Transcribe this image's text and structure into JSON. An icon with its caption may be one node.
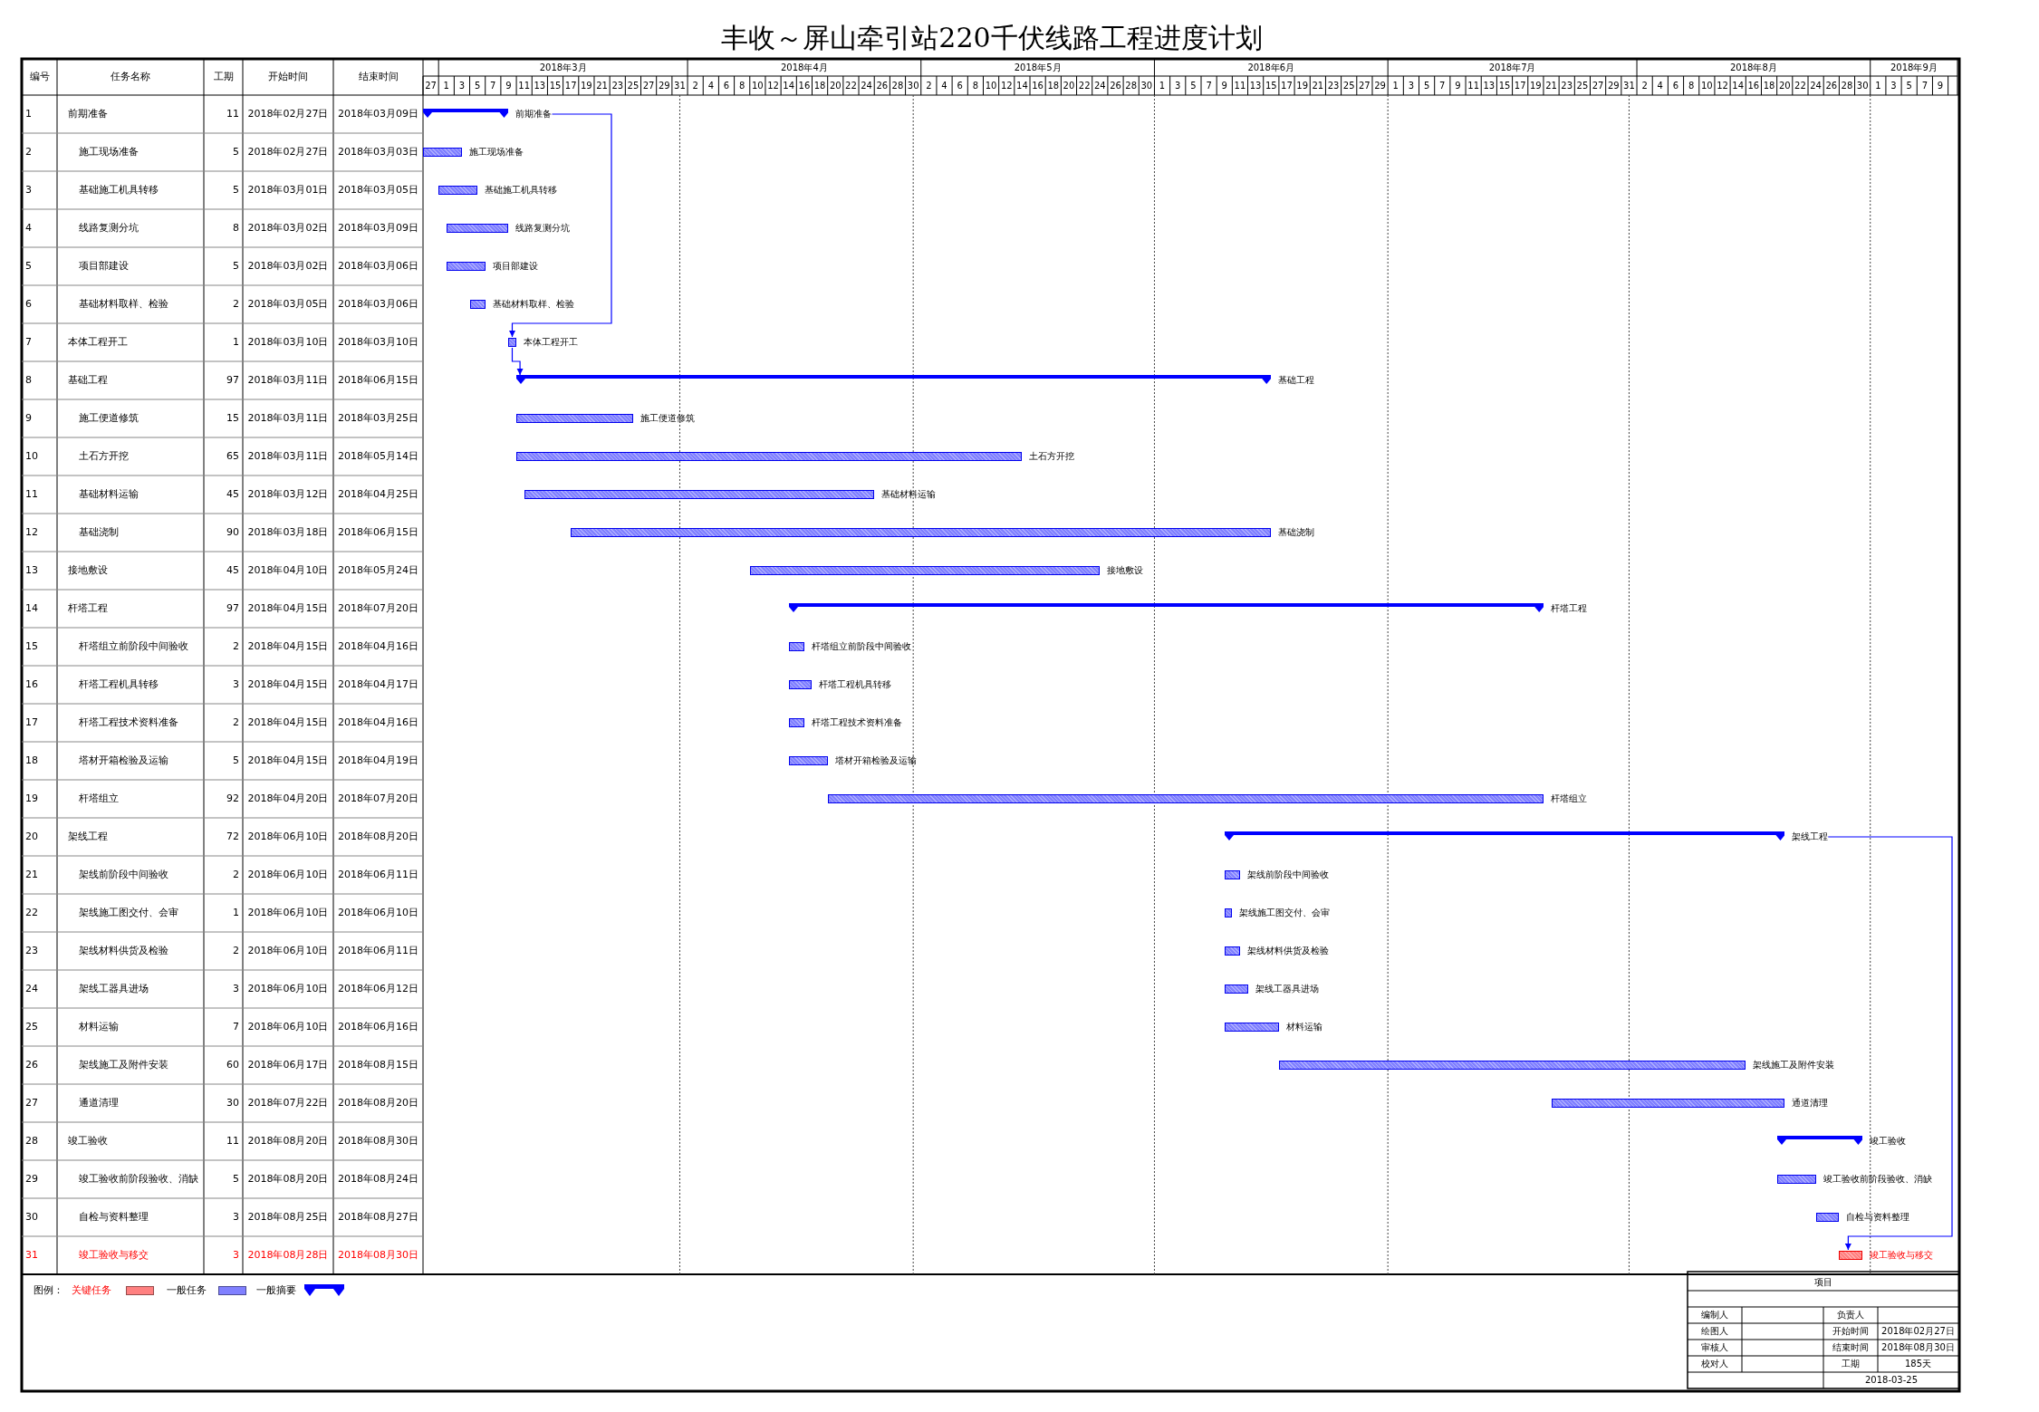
{
  "diagram": {
    "title": "丰收～屏山牵引站220千伏线路工程进度计划",
    "nodes": [
      {
        "text": [],
        "shape": "bracket",
        "beside": [
          "前期准备"
        ]
      },
      {
        "text": [],
        "shape": "bar",
        "beside": [
          "施工现场准备"
        ]
      },
      {
        "text": [],
        "shape": "bar",
        "beside": [
          "基础施工机具转移"
        ]
      },
      {
        "text": [],
        "shape": "bar",
        "beside": [
          "线路复测分坑"
        ]
      },
      {
        "text": [],
        "shape": "bar",
        "beside": [
          "项目部建设"
        ]
      },
      {
        "text": [],
        "shape": "bar",
        "beside": [
          "基础材料取样、检验"
        ]
      },
      {
        "text": [],
        "shape": "bar",
        "beside": [
          "本体工程开工"
        ]
      },
      {
        "text": [],
        "shape": "bracket",
        "beside": [
          "基础工程"
        ]
      },
      {
        "text": [],
        "shape": "bar",
        "beside": [
          "施工便道修筑"
        ]
      },
      {
        "text": [],
        "shape": "bar",
        "beside": [
          "土石方开挖"
        ]
      },
      {
        "text": [],
        "shape": "bar",
        "beside": [
          "基础材料运输"
        ]
      },
      {
        "text": [],
        "shape": "bar",
        "beside": [
          "基础浇制"
        ]
      },
      {
        "text": [],
        "shape": "bar",
        "beside": [
          "接地敷设"
        ]
      },
      {
        "text": [],
        "shape": "bracket",
        "beside": [
          "杆塔工程"
        ]
      },
      {
        "text": [],
        "shape": "bar",
        "beside": [
          "杆塔组立前阶段中间验收"
        ]
      },
      {
        "text": [],
        "shape": "bar",
        "beside": [
          "杆塔工程机具转移"
        ]
      },
      {
        "text": [],
        "shape": "bar",
        "beside": [
          "杆塔工程技术资料准备"
        ]
      },
      {
        "text": [],
        "shape": "bar",
        "beside": [
          "塔材开箱检验及运输"
        ]
      },
      {
        "text": [],
        "shape": "bar",
        "beside": [
          "杆塔组立"
        ]
      },
      {
        "text": [],
        "shape": "bracket",
        "beside": [
          "架线工程"
        ]
      },
      {
        "text": [],
        "shape": "bar",
        "beside": [
          "架线前阶段中间验收"
        ]
      },
      {
        "text": [],
        "shape": "bar",
        "beside": [
          "架线施工图交付、会审"
        ]
      },
      {
        "text": [],
        "shape": "bar",
        "beside": [
          "架线材料供货及检验"
        ]
      },
      {
        "text": [],
        "shape": "bar",
        "beside": [
          "架线工器具进场"
        ]
      },
      {
        "text": [],
        "shape": "bar",
        "beside": [
          "材料运输"
        ]
      },
      {
        "text": [],
        "shape": "bar",
        "beside": [
          "架线施工及附件安装"
        ]
      },
      {
        "text": [],
        "shape": "bar",
        "beside": [
          "通道清理"
        ]
      },
      {
        "text": [],
        "shape": "bracket",
        "beside": [
          "竣工验收"
        ]
      },
      {
        "text": [],
        "shape": "bar",
        "beside": [
          "竣工验收前阶段验收、消缺"
        ]
      },
      {
        "text": [],
        "shape": "bar",
        "beside": [
          "自检与资料整理"
        ]
      },
      {
        "text": [],
        "shape": "bar",
        "beside": [
          "竣工验收与移交"
        ]
      }
    ],
    "edges": [
      {
        "from": 0,
        "to": 6,
        "arrow": "to"
      },
      {
        "from": 6,
        "to": 7,
        "arrow": "to"
      },
      {
        "from": 19,
        "to": 30,
        "arrow": "to"
      }
    ],
    "labels": [
      "编号",
      "任务名称",
      "工期",
      "开始时间",
      "结束时间",
      "2018年3月",
      "2018年4月",
      "2018年5月",
      "2018年6月",
      "2018年7月",
      "2018年8月",
      "2018年9月",
      "27",
      "1",
      "3",
      "5",
      "7",
      "9",
      "11",
      "13",
      "15",
      "17",
      "19",
      "21",
      "23",
      "25",
      "27",
      "29",
      "31",
      "2",
      "4",
      "6",
      "8",
      "10",
      "12",
      "14",
      "16",
      "18",
      "20",
      "22",
      "24",
      "26",
      "28",
      "30",
      "2",
      "4",
      "6",
      "8",
      "10",
      "12",
      "14",
      "16",
      "18",
      "20",
      "22",
      "24",
      "26",
      "28",
      "30",
      "1",
      "3",
      "5",
      "7",
      "9",
      "11",
      "13",
      "15",
      "17",
      "19",
      "21",
      "23",
      "25",
      "27",
      "29",
      "1",
      "3",
      "5",
      "7",
      "9",
      "11",
      "13",
      "15",
      "17",
      "19",
      "21",
      "23",
      "25",
      "27",
      "29",
      "31",
      "2",
      "4",
      "6",
      "8",
      "10",
      "12",
      "14",
      "16",
      "18",
      "20",
      "22",
      "24",
      "26",
      "28",
      "30",
      "1",
      "3",
      "5",
      "7",
      "9",
      "1",
      "前期准备",
      "11",
      "2018年02月27日",
      "2018年03月09日",
      "2",
      "施工现场准备",
      "5",
      "2018年02月27日",
      "2018年03月03日",
      "3",
      "基础施工机具转移",
      "5",
      "2018年03月01日",
      "2018年03月05日",
      "4",
      "线路复测分坑",
      "8",
      "2018年03月02日",
      "2018年03月09日",
      "5",
      "项目部建设",
      "5",
      "2018年03月02日",
      "2018年03月06日",
      "6",
      "基础材料取样、检验",
      "2",
      "2018年03月05日",
      "2018年03月06日",
      "7",
      "本体工程开工",
      "1",
      "2018年03月10日",
      "2018年03月10日",
      "8",
      "基础工程",
      "97",
      "2018年03月11日",
      "2018年06月15日",
      "9",
      "施工便道修筑",
      "15",
      "2018年03月11日",
      "2018年03月25日",
      "10",
      "土石方开挖",
      "65",
      "2018年03月11日",
      "2018年05月14日",
      "11",
      "基础材料运输",
      "45",
      "2018年03月12日",
      "2018年04月25日",
      "12",
      "基础浇制",
      "90",
      "2018年03月18日",
      "2018年06月15日",
      "13",
      "接地敷设",
      "45",
      "2018年04月10日",
      "2018年05月24日",
      "14",
      "杆塔工程",
      "97",
      "2018年04月15日",
      "2018年07月20日",
      "15",
      "杆塔组立前阶段中间验收",
      "2",
      "2018年04月15日",
      "2018年04月16日",
      "16",
      "杆塔工程机具转移",
      "3",
      "2018年04月15日",
      "2018年04月17日",
      "17",
      "杆塔工程技术资料准备",
      "2",
      "2018年04月15日",
      "2018年04月16日",
      "18",
      "塔材开箱检验及运输",
      "5",
      "2018年04月15日",
      "2018年04月19日",
      "19",
      "杆塔组立",
      "92",
      "2018年04月20日",
      "2018年07月20日",
      "20",
      "架线工程",
      "72",
      "2018年06月10日",
      "2018年08月20日",
      "21",
      "架线前阶段中间验收",
      "2",
      "2018年06月10日",
      "2018年06月11日",
      "22",
      "架线施工图交付、会审",
      "1",
      "2018年06月10日",
      "2018年06月10日",
      "23",
      "架线材料供货及检验",
      "2",
      "2018年06月10日",
      "2018年06月11日",
      "24",
      "架线工器具进场",
      "3",
      "2018年06月10日",
      "2018年06月12日",
      "25",
      "材料运输",
      "7",
      "2018年06月10日",
      "2018年06月16日",
      "26",
      "架线施工及附件安装",
      "60",
      "2018年06月17日",
      "2018年08月15日",
      "27",
      "通道清理",
      "30",
      "2018年07月22日",
      "2018年08月20日",
      "28",
      "竣工验收",
      "11",
      "2018年08月20日",
      "2018年08月30日",
      "29",
      "竣工验收前阶段验收、消缺",
      "5",
      "2018年08月20日",
      "2018年08月24日",
      "30",
      "自检与资料整理",
      "3",
      "2018年08月25日",
      "2018年08月27日",
      "31",
      "竣工验收与移交",
      "3",
      "2018年08月28日",
      "2018年08月30日",
      "图例：",
      "项目",
      "编制人",
      "负责人",
      "绘图人",
      "开始时间",
      "2018年02月27日",
      "审核人",
      "结束时间",
      "2018年08月30日",
      "校对人",
      "工期",
      "185天",
      "2018-03-25"
    ],
    "legend": [
      {
        "text": "关键任务",
        "color": "#ff8080"
      },
      {
        "text": "一般任务",
        "color": "#8080ff"
      },
      {
        "text": "一般摘要"
      }
    ]
  }
}
